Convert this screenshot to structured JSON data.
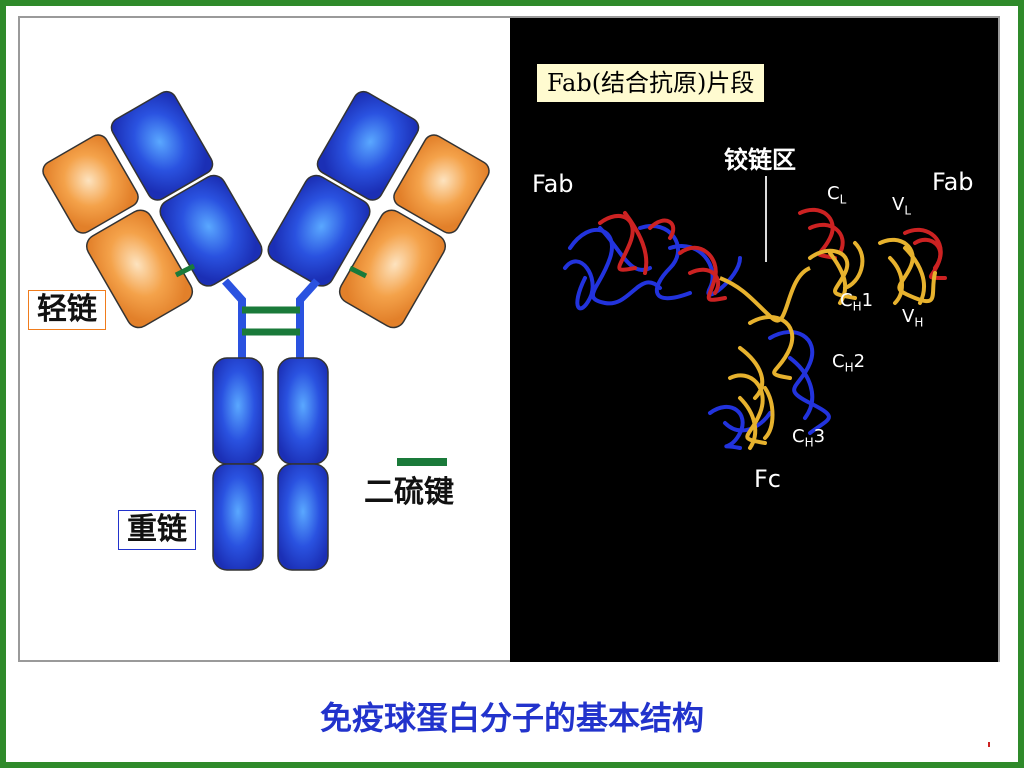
{
  "left": {
    "light_chain_label": "轻链",
    "heavy_chain_label": "重链",
    "disulfide_label": "二硫键"
  },
  "right": {
    "fab_fragment_label": "Fab(结合抗原)片段",
    "hinge_label": "铰链区",
    "fab_left": "Fab",
    "fab_right": "Fab",
    "fc": "Fc",
    "cl": "C",
    "cl_sub": "L",
    "vl": "V",
    "vl_sub": "L",
    "ch1": "C",
    "ch1_sub": "H",
    "ch1_num": "1",
    "vh": "V",
    "vh_sub": "H",
    "ch2": "C",
    "ch2_sub": "H",
    "ch2_num": "2",
    "ch3": "C",
    "ch3_sub": "H",
    "ch3_num": "3"
  },
  "caption": "免疫球蛋白分子的基本结构",
  "colors": {
    "heavy": "#2a52e0",
    "light": "#f29a3d",
    "disulfide": "#1a7a3a",
    "frame": "#2f8a2a",
    "caption": "#2233cc"
  }
}
